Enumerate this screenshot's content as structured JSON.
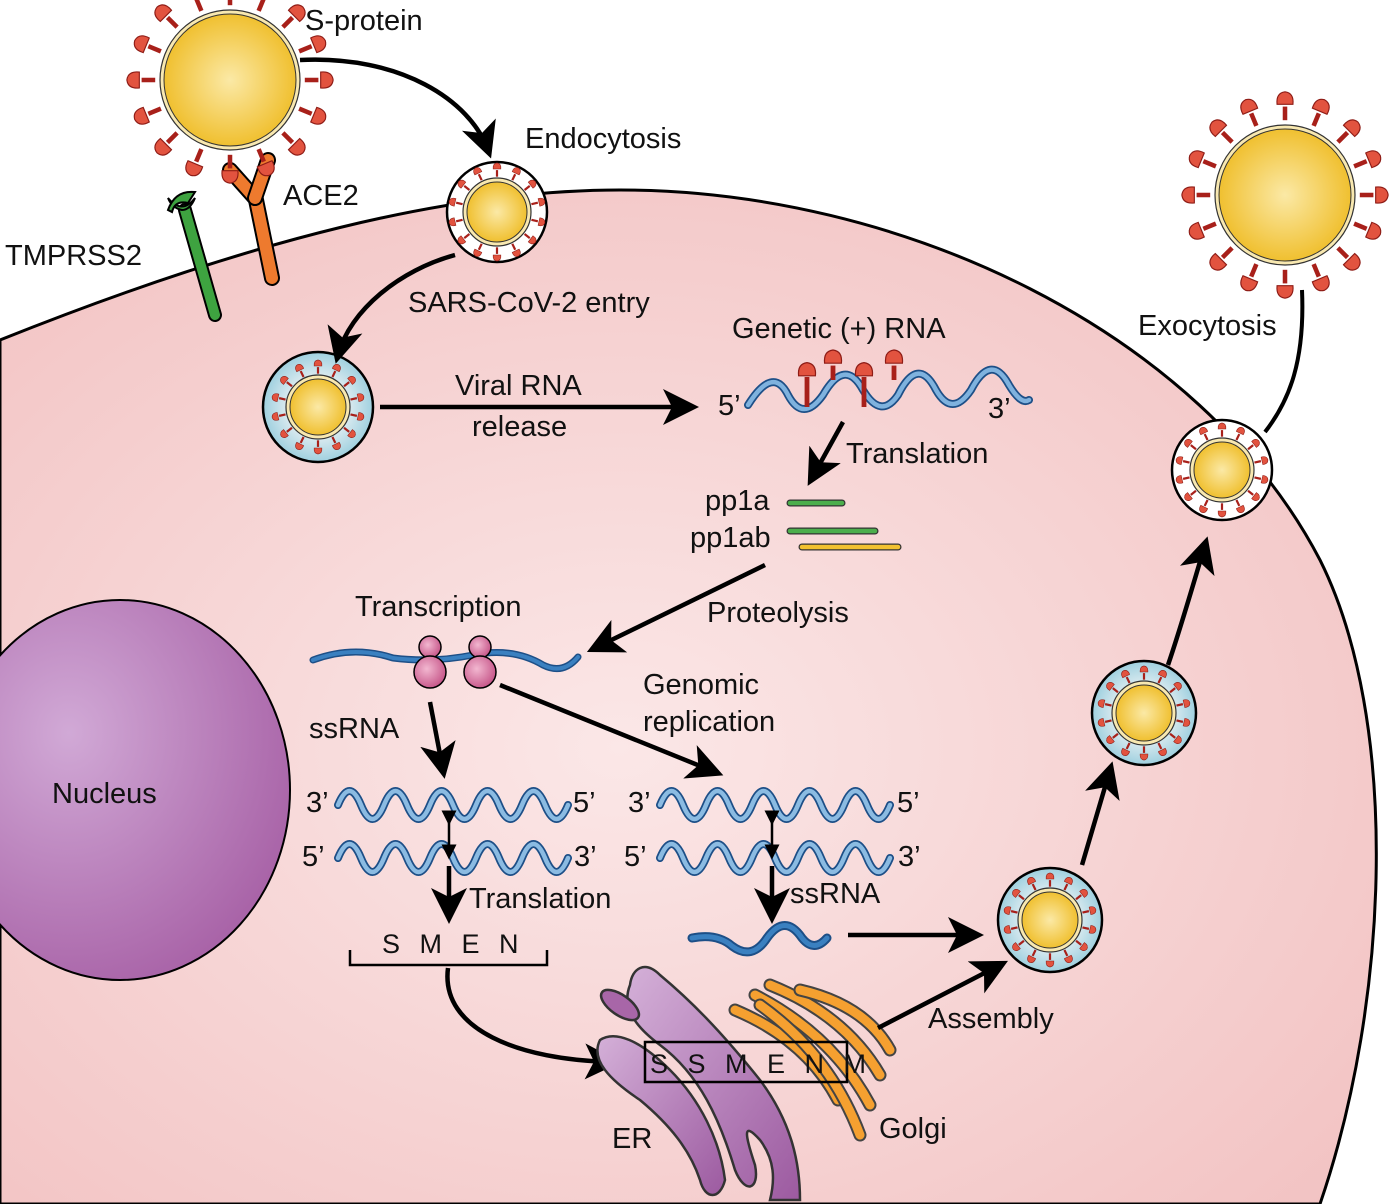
{
  "title": "SARS-CoV-2 life cycle in host cell",
  "labels": {
    "s_protein": "S-protein",
    "endocytosis": "Endocytosis",
    "ace2": "ACE2",
    "tmprss2": "TMPRSS2",
    "entry": "SARS-CoV-2 entry",
    "viral_rna_release_1": "Viral RNA",
    "viral_rna_release_2": "release",
    "genetic_rna": "Genetic (+) RNA",
    "five_prime": "5’",
    "three_prime": "3’",
    "translation": "Translation",
    "pp1a": "pp1a",
    "pp1ab": "pp1ab",
    "proteolysis": "Proteolysis",
    "transcription": "Transcription",
    "genomic_1": "Genomic",
    "genomic_2": "replication",
    "ssrna": "ssRNA",
    "nucleus": "Nucleus",
    "smen": "S M E N",
    "ssmenm": "S S M E N M",
    "er": "ER",
    "golgi": "Golgi",
    "assembly": "Assembly",
    "exocytosis": "Exocytosis"
  },
  "colors": {
    "cell": "#f4c8c8",
    "virus_core": "#f5c842",
    "spike": "#d9392b",
    "vesicle": "#a9d6e2",
    "nucleus": "#b679b8",
    "rna": "#3a80c0",
    "ace2": "#ee7a2e",
    "tmprss2": "#3ea340",
    "er": "#b27ab8",
    "golgi": "#f29b1f"
  }
}
